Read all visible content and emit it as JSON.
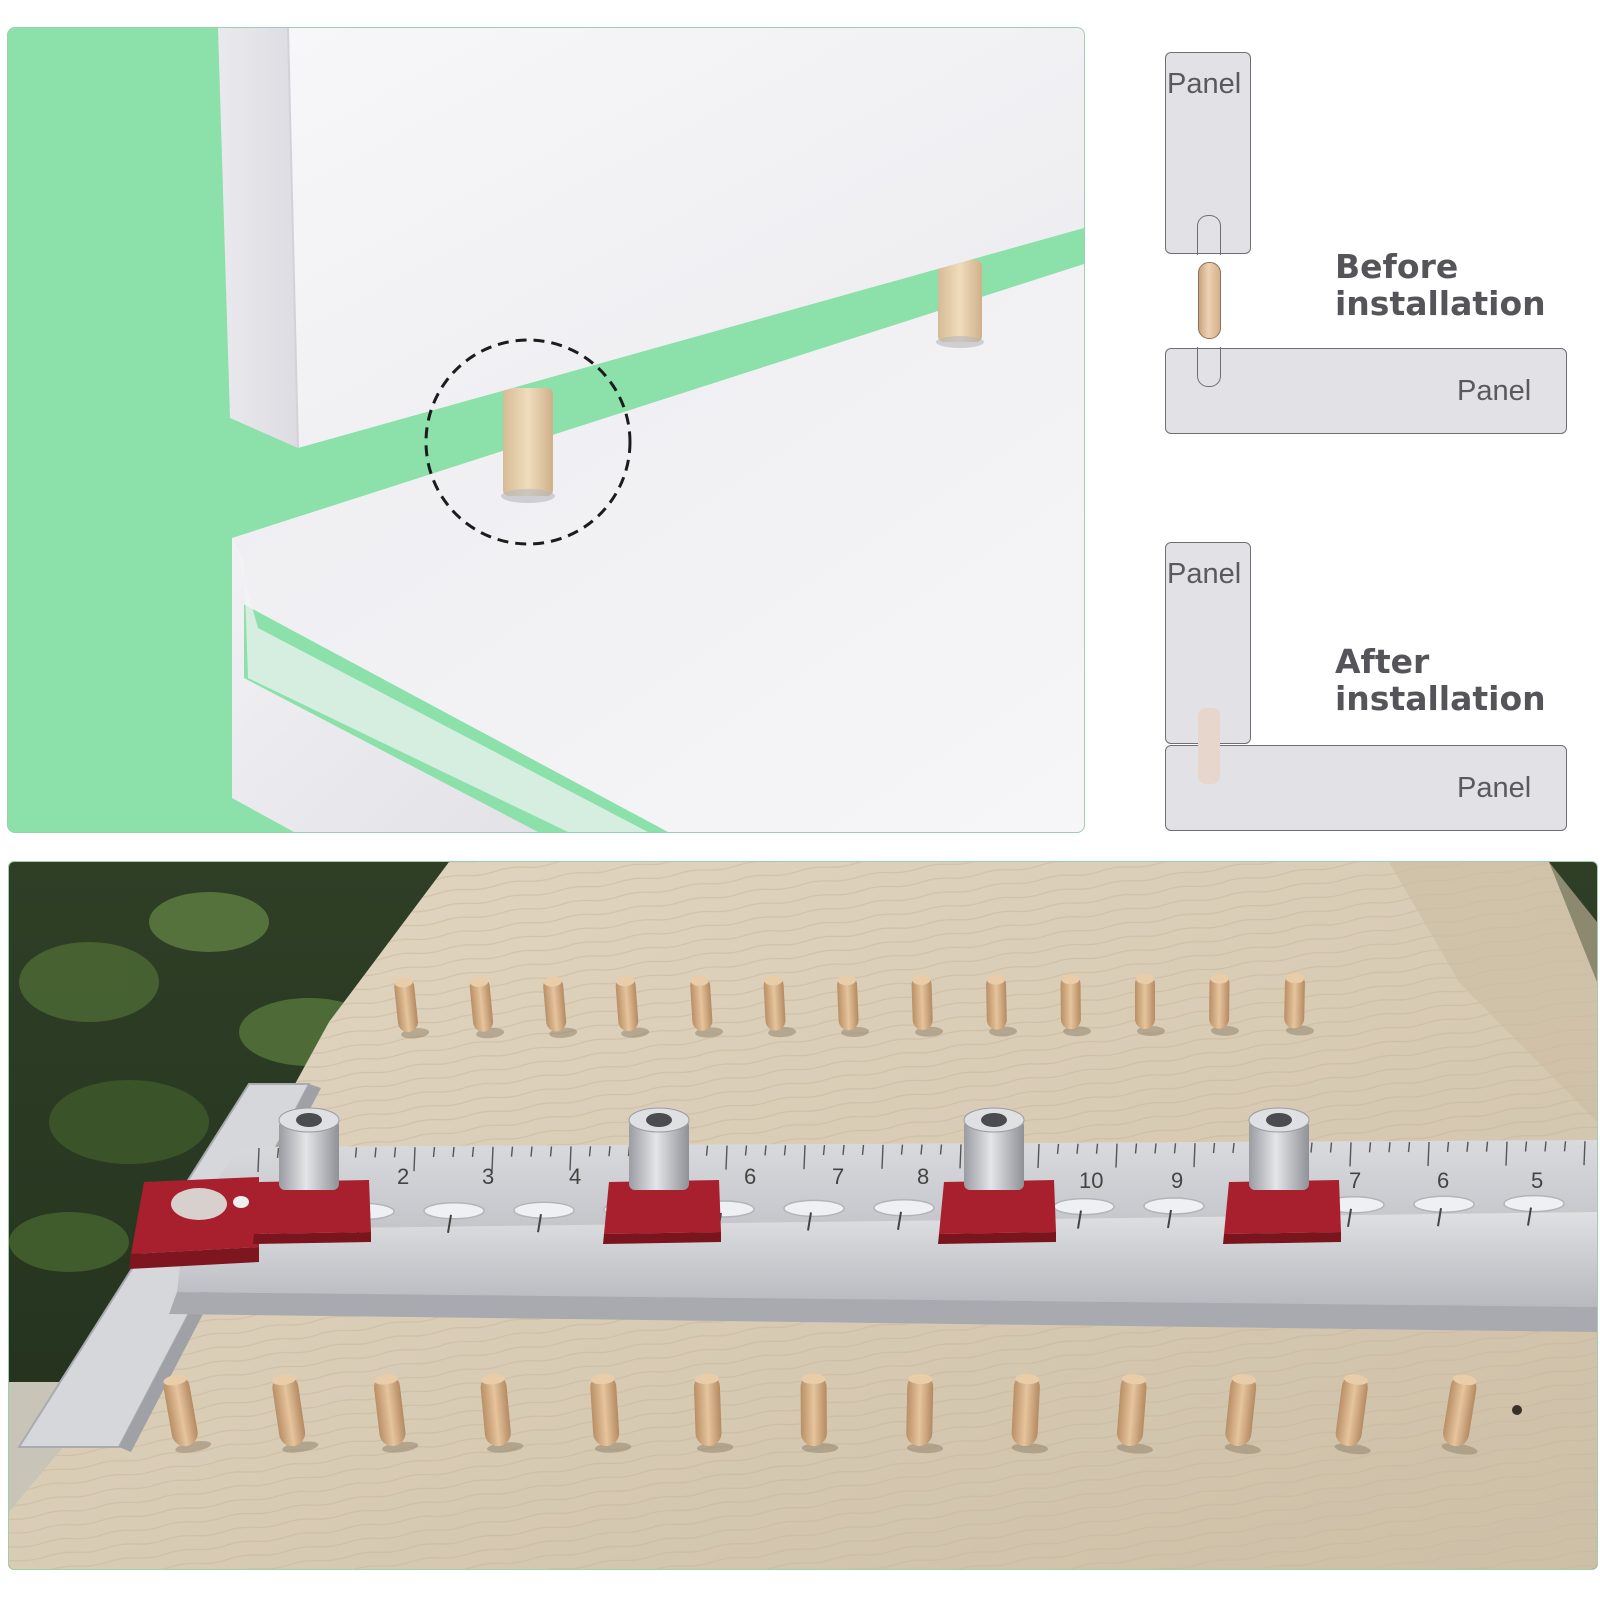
{
  "diagram_before": {
    "top_panel_label": "Panel",
    "bottom_panel_label": "Panel",
    "caption_line1": "Before",
    "caption_line2": "installation"
  },
  "diagram_after": {
    "top_panel_label": "Panel",
    "bottom_panel_label": "Panel",
    "caption_line1": "After",
    "caption_line2": "installation"
  },
  "ruler": {
    "major_numbers": [
      "2",
      "3",
      "4",
      "6",
      "7",
      "8",
      "10",
      "9",
      "7",
      "6",
      "5"
    ]
  },
  "colors": {
    "mint_background": "#8ce0aa",
    "panel_fill": "#e2e2e6",
    "caption_text": "#555559",
    "jig_red": "#a8202e",
    "dowel_wood": "#d9b48a"
  }
}
